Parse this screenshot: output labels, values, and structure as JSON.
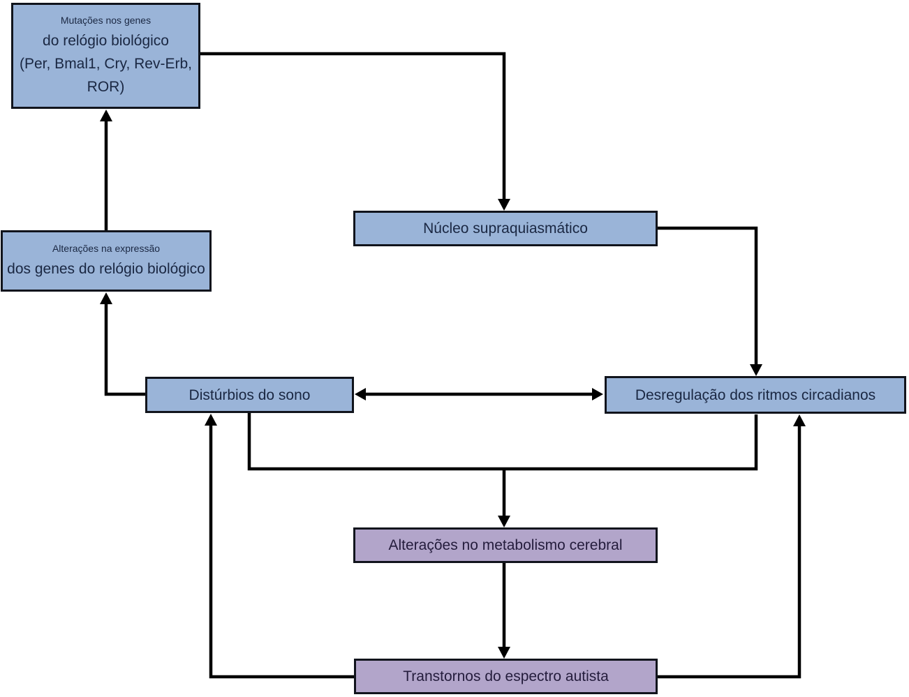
{
  "diagram": {
    "nodes": {
      "mutations": {
        "line_small": "Mutações nos genes",
        "line2": "do relógio biológico",
        "line3": "(Per, Bmal1, Cry, Rev-Erb,",
        "line4": "ROR)"
      },
      "expression": {
        "line_small": "Alterações na expressão",
        "line2": "dos genes do relógio biológico"
      },
      "scn": {
        "label": "Núcleo supraquiasmático"
      },
      "sleep": {
        "label": "Distúrbios do sono"
      },
      "circadian": {
        "label": "Desregulação dos ritmos circadianos"
      },
      "metabolism": {
        "label": "Alterações no metabolismo cerebral"
      },
      "asd": {
        "label": "Transtornos do espectro autista"
      }
    },
    "edges": [
      {
        "from": "mutations",
        "to": "scn",
        "style": "arrow"
      },
      {
        "from": "scn",
        "to": "circadian",
        "style": "arrow"
      },
      {
        "from": "sleep",
        "to": "circadian",
        "style": "double-arrow"
      },
      {
        "from": "sleep-and-circadian",
        "to": "metabolism",
        "style": "arrow"
      },
      {
        "from": "metabolism",
        "to": "asd",
        "style": "arrow"
      },
      {
        "from": "asd",
        "to": "sleep",
        "style": "arrow"
      },
      {
        "from": "asd",
        "to": "circadian",
        "style": "arrow"
      },
      {
        "from": "sleep",
        "to": "expression",
        "style": "arrow"
      },
      {
        "from": "expression",
        "to": "mutations",
        "style": "arrow"
      }
    ],
    "colors": {
      "node_blue": "#9ab4d8",
      "node_purple": "#b2a5ca",
      "border": "#11141c",
      "arrow": "#000000",
      "text_blue_node": "#1a2742",
      "text_purple_node": "#241c3c",
      "background": "#ffffff"
    }
  }
}
